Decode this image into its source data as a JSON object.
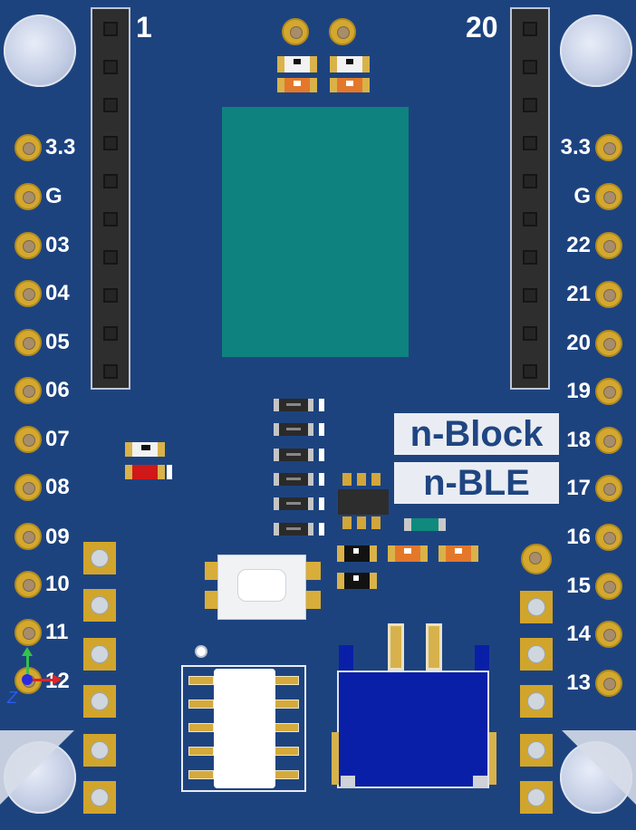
{
  "board": {
    "header_left_number": "1",
    "header_right_number": "20",
    "label_line1": "n-Block",
    "label_line2": "n-BLE",
    "left_pins": [
      "3.3",
      "G",
      "03",
      "04",
      "05",
      "06",
      "07",
      "08",
      "09",
      "10",
      "11",
      "12"
    ],
    "right_pins": [
      "3.3",
      "G",
      "22",
      "21",
      "20",
      "19",
      "18",
      "17",
      "16",
      "15",
      "14",
      "13"
    ],
    "axis_z_label": "Z"
  },
  "colors": {
    "pcb": "#1d437f",
    "module": "#0d827e",
    "pad_gold": "#d4a82e",
    "label_text": "#1f4582",
    "connector": "#0a1fa7"
  }
}
